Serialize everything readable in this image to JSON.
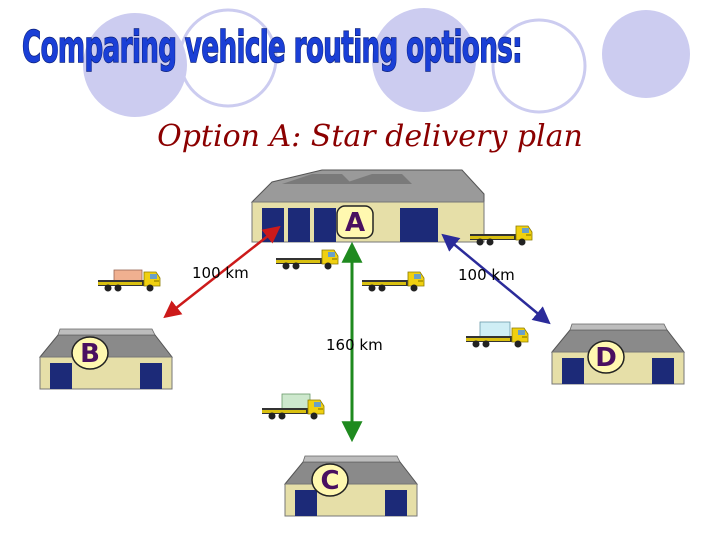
{
  "title": "Comparing vehicle routing options:",
  "subtitle": "Option A: Star delivery plan",
  "depots": {
    "a": "A",
    "b": "B",
    "c": "C",
    "d": "D"
  },
  "routes": {
    "ab": "100 km",
    "ac": "160 km",
    "ad": "100 km"
  },
  "colors": {
    "title": "#1a3fd6",
    "subtitle": "#8b0000",
    "route_ab": "#cc1a1a",
    "route_ac": "#1f8a1f",
    "route_ad": "#2b2b9a",
    "circles": "#ccccf0",
    "label_badge": "#fff8b0"
  }
}
